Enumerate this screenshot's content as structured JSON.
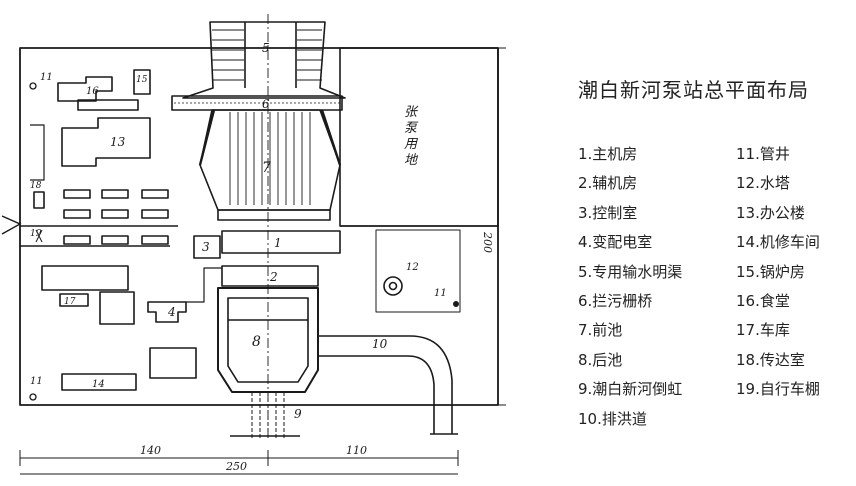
{
  "title": "潮白新河泵站总平面布局",
  "legend_left": [
    "1.主机房",
    "2.辅机房",
    "3.控制室",
    "4.变配电室",
    "5.专用输水明渠",
    "6.拦污栅桥",
    "7.前池",
    "8.后池",
    "9.潮白新河倒虹",
    "10.排洪道"
  ],
  "legend_right": [
    "11.管井",
    "12.水塔",
    "13.办公楼",
    "14.机修车间",
    "15.锅炉房",
    "16.食堂",
    "17.车库",
    "18.传达室",
    "19.自行车棚"
  ],
  "plan_labels": {
    "n1": "1",
    "n2": "2",
    "n3": "3",
    "n4": "4",
    "n5": "5",
    "n6": "6",
    "n7": "7",
    "n8": "8",
    "n9": "9",
    "n10": "10",
    "n11a": "11",
    "n11b": "11",
    "n11c": "11",
    "n12": "12",
    "n13": "13",
    "n14": "14",
    "n15": "15",
    "n16": "16",
    "n17": "17",
    "n18": "18",
    "n19": "19",
    "vertical_text": "张\n泵\n用\n地",
    "dim_200": "200",
    "dim_140": "140",
    "dim_110": "110",
    "dim_250": "250"
  }
}
